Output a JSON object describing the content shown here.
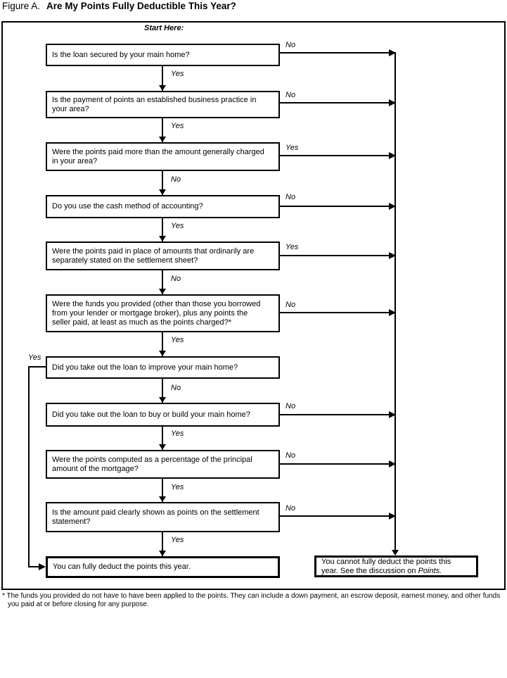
{
  "title": {
    "figure_label": "Figure A.",
    "heading": "Are My Points Fully Deductible This Year?"
  },
  "start_here": "Start Here:",
  "questions": [
    {
      "text": "Is the loan secured by your main home?"
    },
    {
      "text": "Is the payment of points an established business practice in\nyour area?"
    },
    {
      "text": "Were the points paid more than the amount generally charged\nin your area?"
    },
    {
      "text": "Do you use the cash method of accounting?"
    },
    {
      "text": "Were the points paid in place of amounts that ordinarily are\nseparately stated on the settlement sheet?"
    },
    {
      "text": "Were the funds you provided (other than those you borrowed\nfrom your lender or mortgage broker), plus any points the\nseller paid, at least as much as the points charged?*"
    },
    {
      "text": "Did you take out the loan to improve your main home?"
    },
    {
      "text": "Did you take out the loan to buy or build your main home?"
    },
    {
      "text": "Were the points computed as a percentage of the principal\namount of the mortgage?"
    },
    {
      "text": "Is the amount paid clearly shown as points on the settlement\nstatement?"
    }
  ],
  "results": {
    "deductible": {
      "text": "You can fully deduct the points this year."
    },
    "not_deductible": {
      "text": "You cannot fully deduct the points this\nyear. See the discussion on ",
      "emphasis": "Points."
    }
  },
  "flow": {
    "down_labels": [
      "Yes",
      "Yes",
      "No",
      "Yes",
      "No",
      "Yes",
      "No",
      "Yes",
      "Yes",
      "Yes"
    ],
    "right_labels": [
      "No",
      "No",
      "Yes",
      "No",
      "Yes",
      "No",
      "No",
      "No",
      "No"
    ],
    "left_label": "Yes"
  },
  "footnote": {
    "line1": "* The funds you provided do not have to have been applied to the points. They can include a down payment, an escrow deposit, earnest money, and other funds",
    "line2": "you paid at or before closing for any purpose."
  }
}
